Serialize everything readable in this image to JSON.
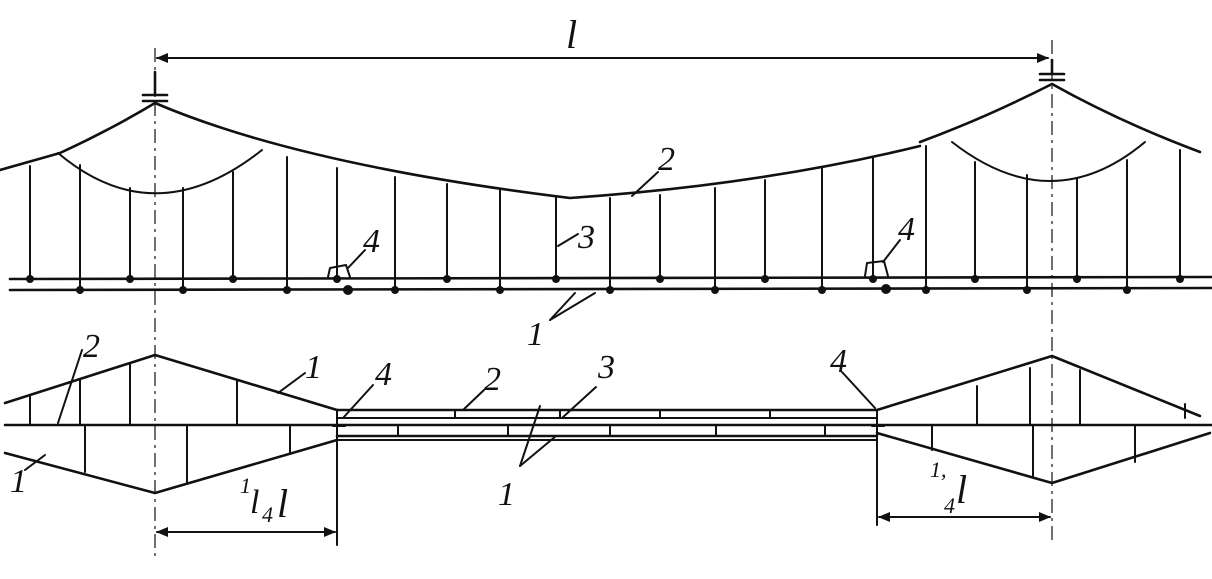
{
  "labels": {
    "span": "l",
    "messenger": "1",
    "contact_wire": "2",
    "dropper": "3",
    "junction": "4",
    "fraction_num": "1",
    "fraction_den": "4",
    "fraction_var": "l",
    "fraction_num_right": "1,",
    "fraction_den_right": "4",
    "fraction_var_right": "l"
  }
}
